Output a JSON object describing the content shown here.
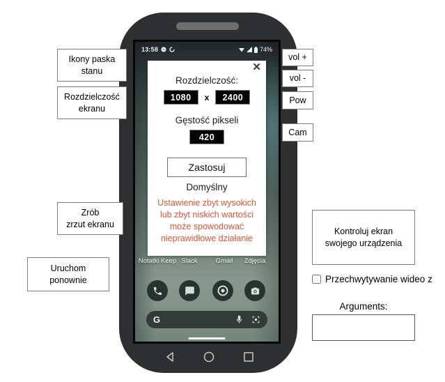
{
  "device": {
    "status_bar": {
      "time": "13:58",
      "battery_percent": "74%"
    },
    "dialog": {
      "close_glyph": "✕",
      "title": "Rozdzielczość:",
      "width_value": "1080",
      "times_label": "x",
      "height_value": "2400",
      "density_label": "Gęstość pikseli",
      "density_value": "420",
      "apply_label": "Zastosuj",
      "default_label": "Domyślny",
      "warning": "Ustawienie zbyt wysokich\nlub zbyt niskich wartości\nmoże spowodować\nnieprawidłowe działanie"
    },
    "app_labels": [
      "Notatki Keep",
      "Slack",
      "Gmail",
      "Zdjęcia"
    ],
    "search": {
      "logo": "G"
    }
  },
  "callouts": {
    "status_icons": {
      "label": "Ikony paska\nstanu"
    },
    "resolution": {
      "label": "Rozdzielczość\nekranu"
    },
    "screenshot": {
      "label": "Zrób\nzrzut ekranu"
    },
    "reboot": {
      "label": "Uruchom\nponownie"
    },
    "vol_up": {
      "label": "vol +"
    },
    "vol_down": {
      "label": "vol -"
    },
    "power": {
      "label": "Pow"
    },
    "camera": {
      "label": "Cam"
    },
    "control": {
      "label": "Kontroluj ekran\nswojego urządzenia"
    },
    "video_capture": {
      "label": "Przechwytywanie wideo z",
      "checked": false
    },
    "arguments": {
      "label": "Arguments:",
      "value": ""
    }
  },
  "colors": {
    "warning_text": "#d6573a",
    "phone_body": "#2e2f31",
    "dock_circle": "#28332f",
    "icon_tint": "#cfe3d8",
    "search_pill": "#333b38"
  }
}
